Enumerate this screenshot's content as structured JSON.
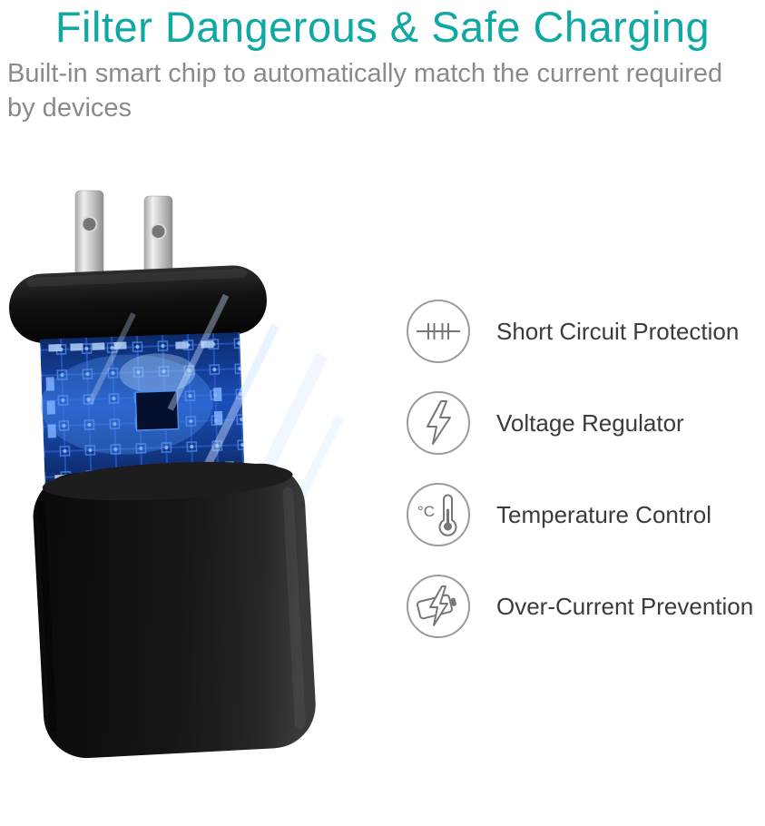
{
  "header": {
    "title": "Filter Dangerous & Safe Charging",
    "subtitle": "Built-in smart chip to automatically match the current required by devices",
    "subtitle_lines": [
      "Built-in smart chip to automatically match the current required",
      "by devices"
    ]
  },
  "features": [
    {
      "icon": "short-circuit-icon",
      "label": "Short Circuit Protection"
    },
    {
      "icon": "voltage-icon",
      "label": "Voltage Regulator"
    },
    {
      "icon": "temperature-icon",
      "label": "Temperature Control"
    },
    {
      "icon": "over-current-icon",
      "label": "Over-Current Prevention"
    }
  ],
  "illustration": {
    "name": "exploded-usb-wall-charger",
    "parts": [
      "metal-prongs",
      "top-cap",
      "circuit-board",
      "charger-body"
    ]
  },
  "colors": {
    "accent": "#0fa8a2",
    "subtitle_gray": "#8a8a8a",
    "label_dark": "#3b3b3b",
    "icon_gray": "#9b9b9b",
    "circuit_blue": "#1a4fba",
    "charger_black": "#121212"
  }
}
